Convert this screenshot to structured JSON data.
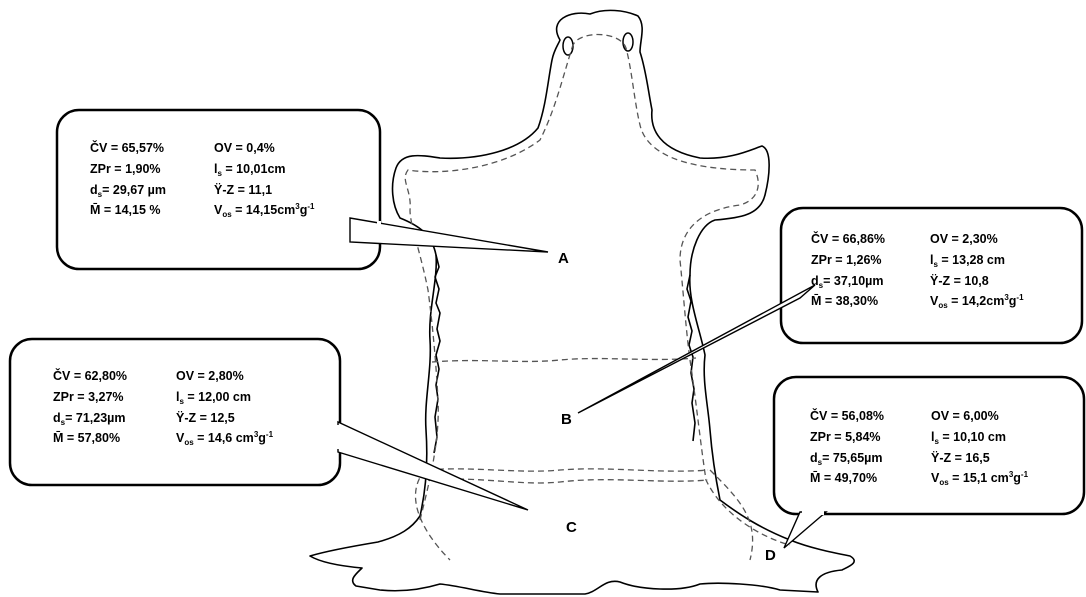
{
  "regions": [
    {
      "label": "A"
    },
    {
      "label": "B"
    },
    {
      "label": "C"
    },
    {
      "label": "D"
    }
  ],
  "callouts": {
    "A": {
      "cv": "ČV = 65,57%",
      "ov": "OV = 0,4%",
      "zpr": "ZPr = 1,90%",
      "ls_pre": "l",
      "ls_sub": "s",
      "ls_val": " = 10,01cm",
      "ds_pre": "d",
      "ds_sub": "s",
      "ds_val": "= 29,67 µm",
      "yz": "Ÿ-Z = 11,1",
      "m": "M̄ = 14,15 %",
      "vos_pre": "V",
      "vos_sub": "os",
      "vos_val": " = 14,15cm",
      "vos_sup3": "3",
      "vos_g": "g",
      "vos_sup": "-1"
    },
    "B": {
      "cv": "ČV = 66,86%",
      "ov": "OV = 2,30%",
      "zpr": "ZPr = 1,26%",
      "ls_pre": "l",
      "ls_sub": "s",
      "ls_val": " = 13,28 cm",
      "ds_pre": "d",
      "ds_sub": "s",
      "ds_val": "= 37,10µm",
      "yz": "Ÿ-Z = 10,8",
      "m": "M̄ = 38,30%",
      "vos_pre": "V",
      "vos_sub": "os",
      "vos_val": " = 14,2cm",
      "vos_sup3": "3",
      "vos_g": "g",
      "vos_sup": "-1"
    },
    "C": {
      "cv": "ČV = 62,80%",
      "ov": "OV = 2,80%",
      "zpr": "ZPr = 3,27%",
      "ls_pre": "l",
      "ls_sub": "s",
      "ls_val": " = 12,00 cm",
      "ds_pre": "d",
      "ds_sub": "s",
      "ds_val": "= 71,23µm",
      "yz": "Ÿ-Z = 12,5",
      "m": "M̄ = 57,80%",
      "vos_pre": "V",
      "vos_sub": "os",
      "vos_val": " = 14,6 cm",
      "vos_sup3": "3",
      "vos_g": "g",
      "vos_sup": "-1"
    },
    "D": {
      "cv": "ČV = 56,08%",
      "ov": "OV = 6,00%",
      "zpr": "ZPr = 5,84%",
      "ls_pre": "l",
      "ls_sub": "s",
      "ls_val": " = 10,10 cm",
      "ds_pre": "d",
      "ds_sub": "s",
      "ds_val": "= 75,65µm",
      "yz": "Ÿ-Z = 16,5",
      "m": "M̄ = 49,70%",
      "vos_pre": "V",
      "vos_sub": "os",
      "vos_val": " = 15,1 cm",
      "vos_sup3": "3",
      "vos_g": "g",
      "vos_sup": "-1"
    }
  }
}
